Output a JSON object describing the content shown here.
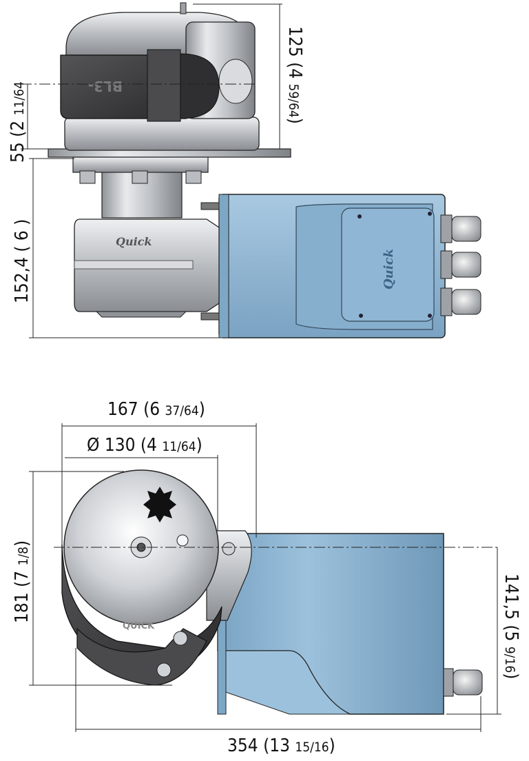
{
  "drawing": {
    "side_view": {
      "dimensions": {
        "height_top": {
          "value": "125 (4 ",
          "frac": "59/64",
          "close": ")"
        },
        "axis_height": {
          "value": "55 (2 ",
          "frac": "11/64",
          "close": ""
        },
        "below_deck": {
          "value": "152,4 ( 6 )"
        }
      },
      "gypsy_marking": "BL3-",
      "brand": "Quick"
    },
    "top_view": {
      "dimensions": {
        "width_top": {
          "value": "167 (6 ",
          "frac": "37/64",
          "close": ")"
        },
        "diameter": {
          "value": "Ø 130 (4 ",
          "frac": "11/64",
          "close": ")"
        },
        "depth_left": {
          "value": "181 (7 ",
          "frac": "1/8",
          "close": ")"
        },
        "depth_right": {
          "value": "141,5 (5 ",
          "frac": "9/16",
          "close": ")"
        },
        "total_length": {
          "value": "354 (13 ",
          "frac": "15/16",
          "close": ")"
        }
      },
      "gypsy_marking": "QUICK"
    },
    "colors": {
      "motor_blue": "#8db4d1",
      "steel": "#c7c9cc",
      "rubber": "#3a3a3c",
      "line": "#222222"
    }
  }
}
